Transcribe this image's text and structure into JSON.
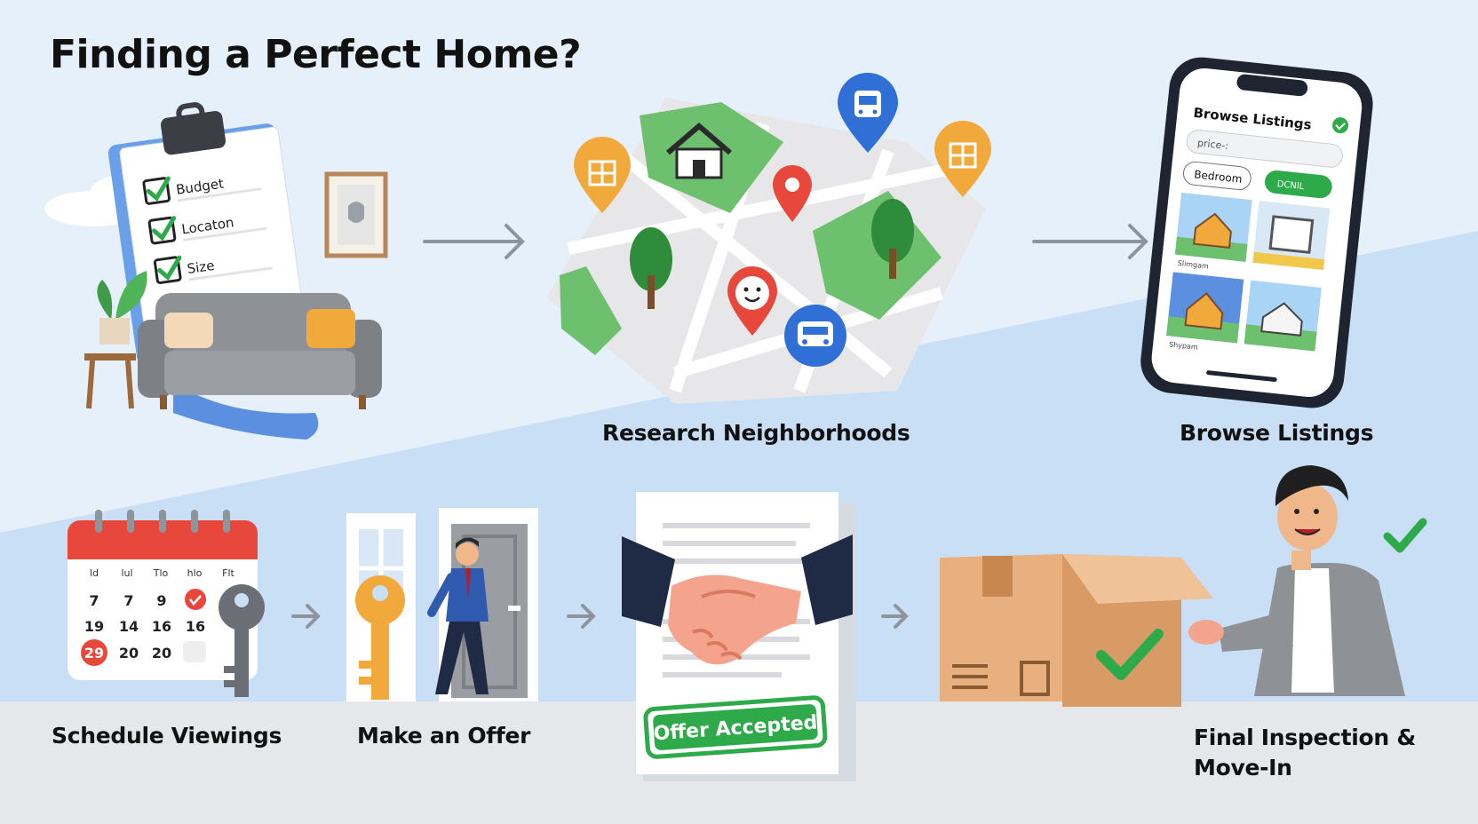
{
  "title": "Finding a Perfect Home?",
  "checklist": {
    "items": [
      "Budget",
      "Locaton",
      "Size"
    ]
  },
  "steps": {
    "research": "Research Neighborhoods",
    "browse": "Browse Listings",
    "schedule": "Schedule Viewings",
    "offer": "Make an Offer",
    "final_line1": "Final Inspection &",
    "final_line2": "Move-In"
  },
  "phone": {
    "header": "Browse Listings",
    "price_placeholder": "price-:",
    "bedroom_button": "Bedroom",
    "search_button": "DCNIL",
    "listing_captions": [
      "Slimgam",
      "Shypam"
    ]
  },
  "calendar": {
    "weekdays": [
      "ld",
      "lul",
      "Tlo",
      "hlo",
      "Flt"
    ],
    "rows": [
      [
        "7",
        "7",
        "9",
        "",
        ""
      ],
      [
        "19",
        "14",
        "16",
        "16",
        ""
      ],
      [
        "29",
        "20",
        "20",
        "",
        ""
      ]
    ],
    "highlight": "29"
  },
  "stamp": "Offer Accepted",
  "colors": {
    "green": "#2eaa4a",
    "red": "#e8483c",
    "blue": "#2f6fd6",
    "orange": "#f2a93b"
  }
}
